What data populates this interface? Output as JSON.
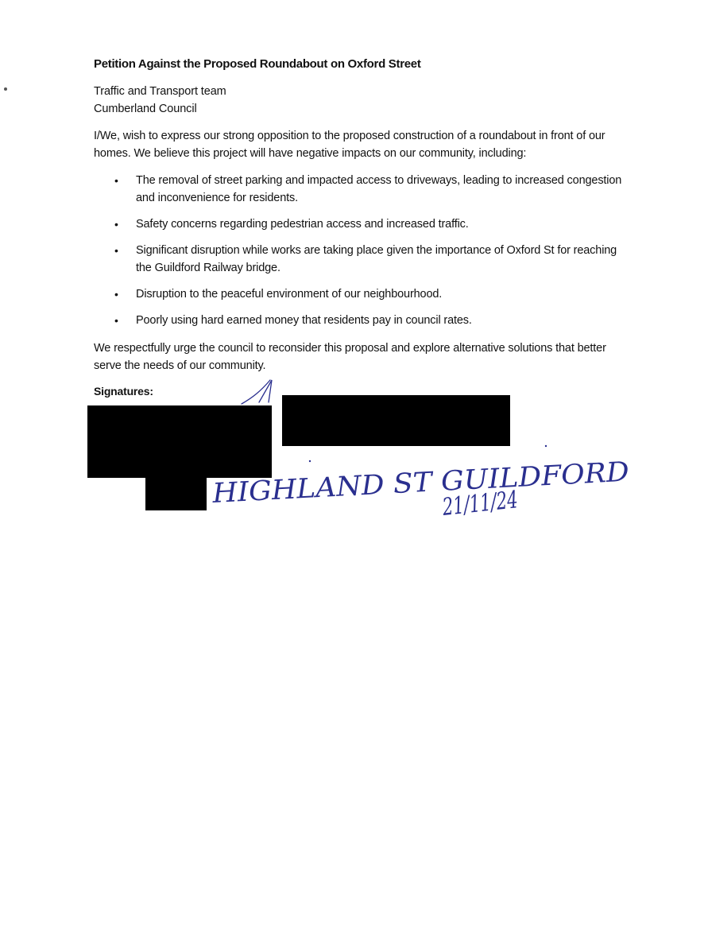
{
  "document": {
    "title": "Petition Against the Proposed Roundabout on Oxford Street",
    "recipient_line1": "Traffic and Transport team",
    "recipient_line2": "Cumberland Council",
    "intro": "I/We, wish to express our strong opposition to the proposed construction of a roundabout in front of our homes. We believe this project will have negative impacts on our community, including:",
    "bullets": [
      "The removal of street parking and impacted access to driveways, leading to increased congestion and inconvenience for residents.",
      "Safety concerns regarding pedestrian access and increased traffic.",
      "Significant disruption while works are taking place given the importance of Oxford St for reaching the Guildford Railway bridge.",
      "Disruption to the peaceful environment of our neighbourhood.",
      "Poorly using hard earned money that residents pay in council rates."
    ],
    "closing": "We respectfully urge the council to reconsider this proposal and explore alternative solutions that better serve the needs of our community.",
    "signatures_label": "Signatures:",
    "bullet_symbol": "•"
  },
  "handwriting": {
    "address": "HIGHLAND ST GUILDFORD",
    "date": "21/11/24",
    "ink_color": "#2a2f8f"
  },
  "colors": {
    "text": "#111111",
    "redaction": "#000000",
    "background": "#ffffff"
  }
}
